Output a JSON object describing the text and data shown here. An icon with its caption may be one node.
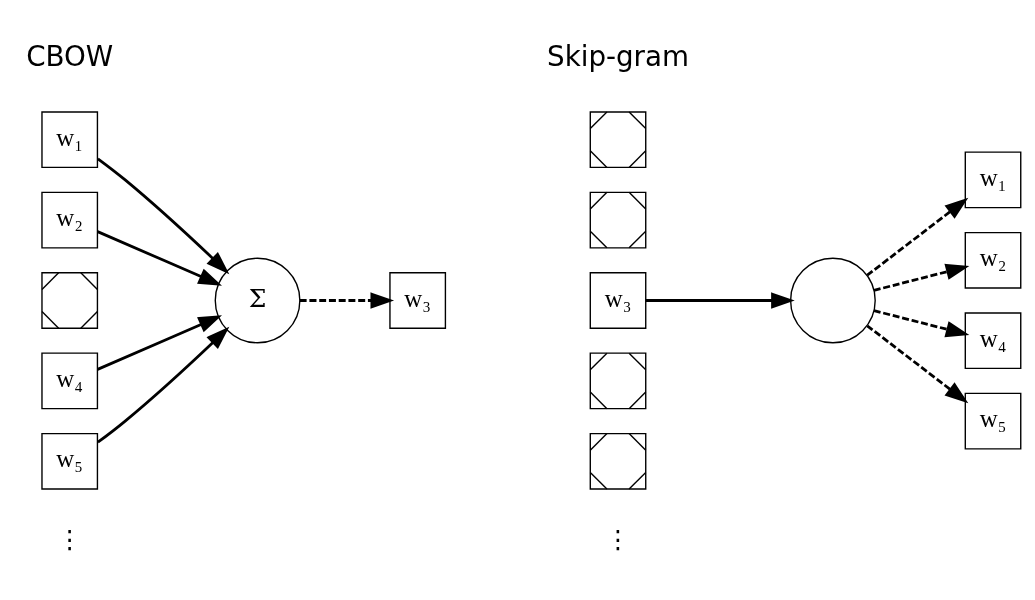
{
  "diagram": {
    "nodes": [
      {
        "text": [
          "w₁"
        ]
      },
      {
        "text": [
          "w₂"
        ]
      },
      {
        "text": [],
        "shape": "box"
      },
      {
        "text": [
          "w₄"
        ]
      },
      {
        "text": [
          "w₅"
        ]
      },
      {
        "text": [
          "Σ"
        ]
      },
      {
        "text": [
          "w₃"
        ]
      },
      {
        "text": [],
        "shape": "box"
      },
      {
        "text": [],
        "shape": "box"
      },
      {
        "text": [
          "w₃"
        ]
      },
      {
        "text": [],
        "shape": "box"
      },
      {
        "text": [],
        "shape": "box"
      },
      {
        "text": [],
        "shape": "circle"
      },
      {
        "text": [
          "w₁"
        ]
      },
      {
        "text": [
          "w₂"
        ]
      },
      {
        "text": [
          "w₄"
        ]
      },
      {
        "text": [
          "w₅"
        ]
      }
    ],
    "edges": [
      {
        "from": 0,
        "to": 5,
        "arrow": "to"
      },
      {
        "from": 1,
        "to": 5,
        "arrow": "to"
      },
      {
        "from": 3,
        "to": 5,
        "arrow": "to"
      },
      {
        "from": 4,
        "to": 5,
        "arrow": "to"
      },
      {
        "from": 5,
        "to": 6,
        "arrow": "to",
        "style": "dashed"
      },
      {
        "from": 9,
        "to": 12,
        "arrow": "to"
      },
      {
        "from": 12,
        "to": 13,
        "arrow": "to",
        "style": "dashed"
      },
      {
        "from": 12,
        "to": 14,
        "arrow": "to",
        "style": "dashed"
      },
      {
        "from": 12,
        "to": 15,
        "arrow": "to",
        "style": "dashed"
      },
      {
        "from": 12,
        "to": 16,
        "arrow": "to",
        "style": "dashed"
      }
    ],
    "labels": [
      "CBOW",
      "Skip-gram",
      "⋮",
      "⋮"
    ]
  }
}
